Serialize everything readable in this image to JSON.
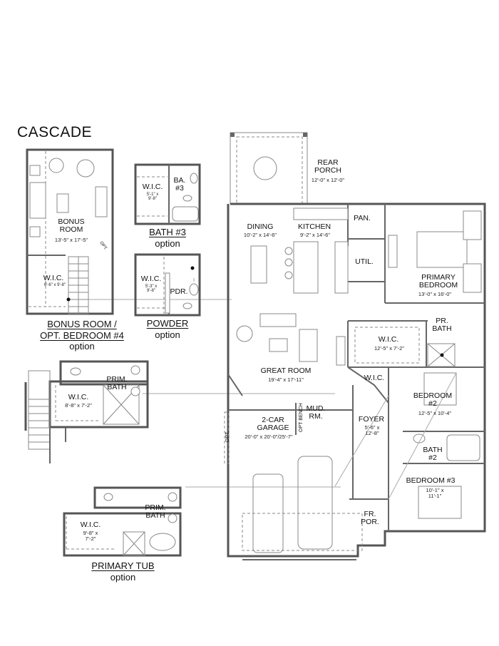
{
  "plan": {
    "title": "CASCADE"
  },
  "rooms": {
    "rear_porch": {
      "name_1": "REAR",
      "name_2": "PORCH",
      "dim": "12'-0\" x 12'-0\""
    },
    "dining": {
      "name": "DINING",
      "dim": "10'-2\" x 14'-6\""
    },
    "kitchen": {
      "name": "KITCHEN",
      "dim": "9'-2\" x 14'-6\""
    },
    "pantry": {
      "name": "PAN."
    },
    "utility": {
      "name": "UTIL."
    },
    "primary_bedroom": {
      "name_1": "PRIMARY",
      "name_2": "BEDROOM",
      "dim": "13'-0\" x 16'-0\""
    },
    "primary_bath": {
      "name_1": "PR.",
      "name_2": "BATH"
    },
    "primary_wic": {
      "name": "W.I.C.",
      "dim": "12'-5\" x 7'-2\""
    },
    "great_room": {
      "name": "GREAT ROOM",
      "dim": "19'-4\" x 17'-11\""
    },
    "wic_small": {
      "name": "W.I.C."
    },
    "bedroom2": {
      "name_1": "BEDROOM",
      "name_2": "#2",
      "dim": "12'-5\" x 10'-4\""
    },
    "foyer": {
      "name": "FOYER",
      "dim_1": "5'-6\" x",
      "dim_2": "12'-8\""
    },
    "bath2": {
      "name_1": "BATH",
      "name_2": "#2"
    },
    "bedroom3": {
      "name": "BEDROOM #3",
      "dim_1": "10'-1\" x",
      "dim_2": "11'-1\""
    },
    "front_porch": {
      "name_1": "FR.",
      "name_2": "POR."
    },
    "mud_room": {
      "name_1": "MUD.",
      "name_2": "RM."
    },
    "opt_bench": {
      "label": "OPT BENCH"
    },
    "garage": {
      "name_1": "2-CAR",
      "name_2": "GARAGE",
      "dim": "20'-0\" x 20'-0\"/25'-7\"",
      "opt": "OPT."
    }
  },
  "options": {
    "bonus_room": {
      "room_name_1": "BONUS",
      "room_name_2": "ROOM",
      "room_dim": "13'-5\" x 17'-5\"",
      "opt_tag": "OPT.",
      "wic_name": "W.I.C.",
      "wic_dim": "6'-6\" x 9'-8\"",
      "title_1": "BONUS ROOM /",
      "title_2": "OPT. BEDROOM #4",
      "subtitle": "option"
    },
    "bath3": {
      "wic_name": "W.I.C.",
      "wic_dim_1": "5'-1\" x",
      "wic_dim_2": "9'-8\"",
      "bath_name_1": "BA.",
      "bath_name_2": "#3",
      "title": "BATH #3",
      "subtitle": "option"
    },
    "powder": {
      "wic_name": "W.I.C.",
      "wic_dim_1": "5'-3\" x",
      "wic_dim_2": "9'-8\"",
      "pdr_name": "PDR.",
      "title": "POWDER",
      "subtitle": "option"
    },
    "prim_bath_alt": {
      "bath_name_1": "PRIM.",
      "bath_name_2": "BATH",
      "wic_name": "W.I.C.",
      "wic_dim": "8'-8\" x 7'-2\""
    },
    "primary_tub": {
      "bath_name_1": "PRIM.",
      "bath_name_2": "BATH",
      "wic_name": "W.I.C.",
      "wic_dim_1": "9'-8\" x",
      "wic_dim_2": "7'-2\"",
      "title": "PRIMARY TUB",
      "subtitle": "option"
    }
  },
  "colors": {
    "wall": "#555555",
    "fixture": "#888888",
    "background": "#ffffff"
  }
}
